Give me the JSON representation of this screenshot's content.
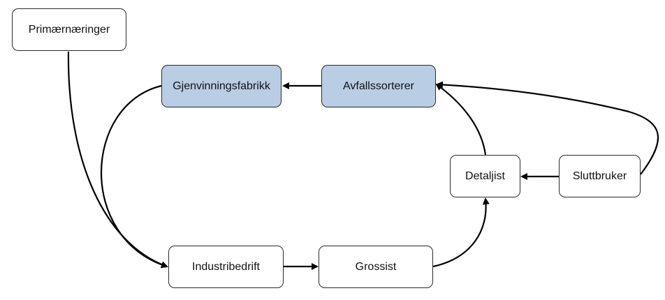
{
  "diagram": {
    "nodes": {
      "primaer": {
        "label": "Primærnæringer"
      },
      "gjenvinning": {
        "label": "Gjenvinningsfabrikk"
      },
      "avfall": {
        "label": "Avfallssorterer"
      },
      "detaljist": {
        "label": "Detaljist"
      },
      "sluttbruker": {
        "label": "Sluttbruker"
      },
      "industri": {
        "label": "Industribedrift"
      },
      "grossist": {
        "label": "Grossist"
      }
    },
    "colors": {
      "highlight_fill": "#b9cde5",
      "default_fill": "#ffffff",
      "stroke": "#2a2a2a"
    }
  }
}
